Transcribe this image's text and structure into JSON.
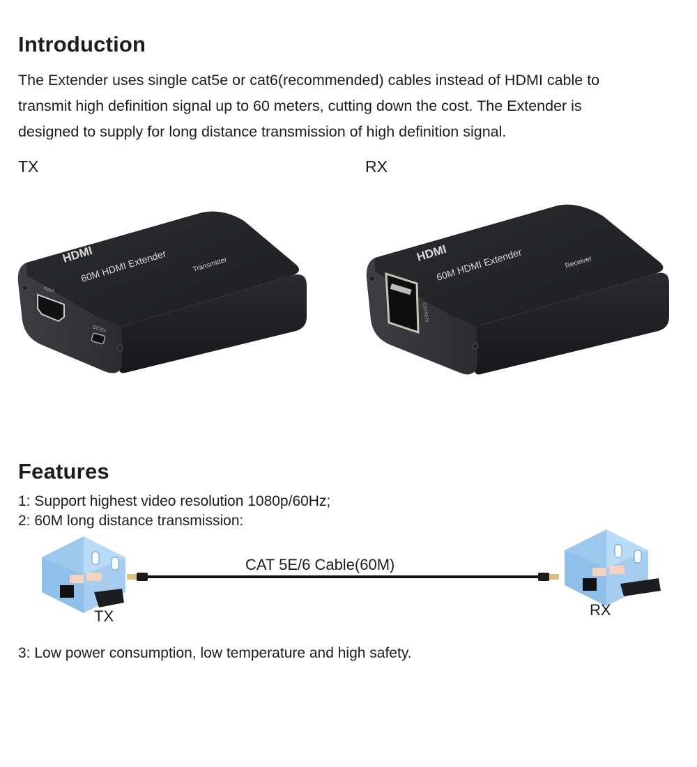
{
  "introduction": {
    "heading": "Introduction",
    "paragraph_lines": [
      "The Extender uses single cat5e or cat6(recommended) cables instead of HDMI cable to",
      "transmit high definition signal up to 60 meters, cutting down the cost. The Extender is",
      "designed to supply for long distance transmission of high definition signal."
    ]
  },
  "devices": {
    "tx": {
      "label": "TX",
      "logo": "HDMI",
      "product_name": "60M HDMI Extender",
      "role": "Transmitter",
      "port1_label": "Input",
      "port2_label": "DC/5V"
    },
    "rx": {
      "label": "RX",
      "logo": "HDMI",
      "product_name": "60M HDMI Extender",
      "role": "Receiver",
      "port1_label": "CAT5E/6"
    },
    "colors": {
      "body": "#2a2b2e",
      "face": "#3a3b3f",
      "print": "#cfd0d2"
    }
  },
  "features": {
    "heading": "Features",
    "items": [
      "1: Support highest video resolution 1080p/60Hz;",
      "2: 60M long distance transmission:",
      "3: Low power consumption, low temperature and high safety."
    ],
    "diagram": {
      "cable_label": "CAT 5E/6 Cable(60M)",
      "left_label": "TX",
      "right_label": "RX",
      "colors": {
        "room_wall": "#8fc0ea",
        "room_floor": "#b9dbf5",
        "cable": "#111111"
      }
    }
  }
}
